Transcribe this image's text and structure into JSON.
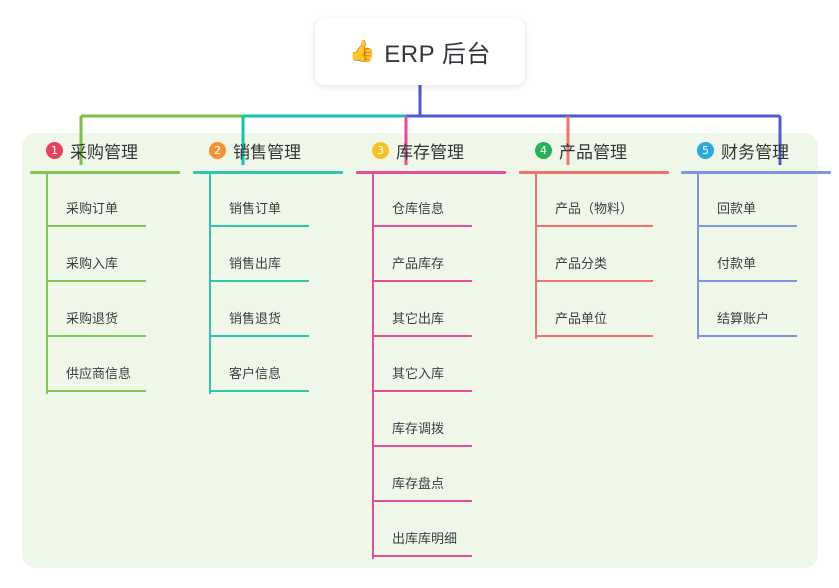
{
  "root": {
    "emoji": "👍",
    "emoji_name": "thumbs-up-icon",
    "title": "ERP 后台"
  },
  "theme": {
    "panel_bg": "#eff7e9",
    "card_bg": "#ffffff",
    "text": "#333538",
    "root_connector": "#4c5bd4"
  },
  "columns": [
    {
      "number": "1",
      "title": "采购管理",
      "badge_color": "#e8415c",
      "line_color": "#84c457",
      "connector_color": "#7ac143",
      "items": [
        {
          "label": "采购订单"
        },
        {
          "label": "采购入库"
        },
        {
          "label": "采购退货"
        },
        {
          "label": "供应商信息"
        }
      ]
    },
    {
      "number": "2",
      "title": "销售管理",
      "badge_color": "#f5922f",
      "line_color": "#2ec6b0",
      "connector_color": "#11c4b0",
      "items": [
        {
          "label": "销售订单"
        },
        {
          "label": "销售出库"
        },
        {
          "label": "销售退货"
        },
        {
          "label": "客户信息"
        }
      ]
    },
    {
      "number": "3",
      "title": "库存管理",
      "badge_color": "#f5c124",
      "line_color": "#e84b9c",
      "connector_color": "#ec4899",
      "items": [
        {
          "label": "仓库信息"
        },
        {
          "label": "产品库存"
        },
        {
          "label": "其它出库"
        },
        {
          "label": "其它入库"
        },
        {
          "label": "库存调拨"
        },
        {
          "label": "库存盘点"
        },
        {
          "label": "出库库明细"
        }
      ]
    },
    {
      "number": "4",
      "title": "产品管理",
      "badge_color": "#22b455",
      "line_color": "#f0736c",
      "connector_color": "#f0736c",
      "items": [
        {
          "label": "产品（物料）"
        },
        {
          "label": "产品分类"
        },
        {
          "label": "产品单位"
        }
      ]
    },
    {
      "number": "5",
      "title": "财务管理",
      "badge_color": "#2aa8e0",
      "line_color": "#7d96dd",
      "connector_color": "#4c5bd4",
      "items": [
        {
          "label": "回款单"
        },
        {
          "label": "付款单"
        },
        {
          "label": "结算账户"
        }
      ]
    }
  ]
}
